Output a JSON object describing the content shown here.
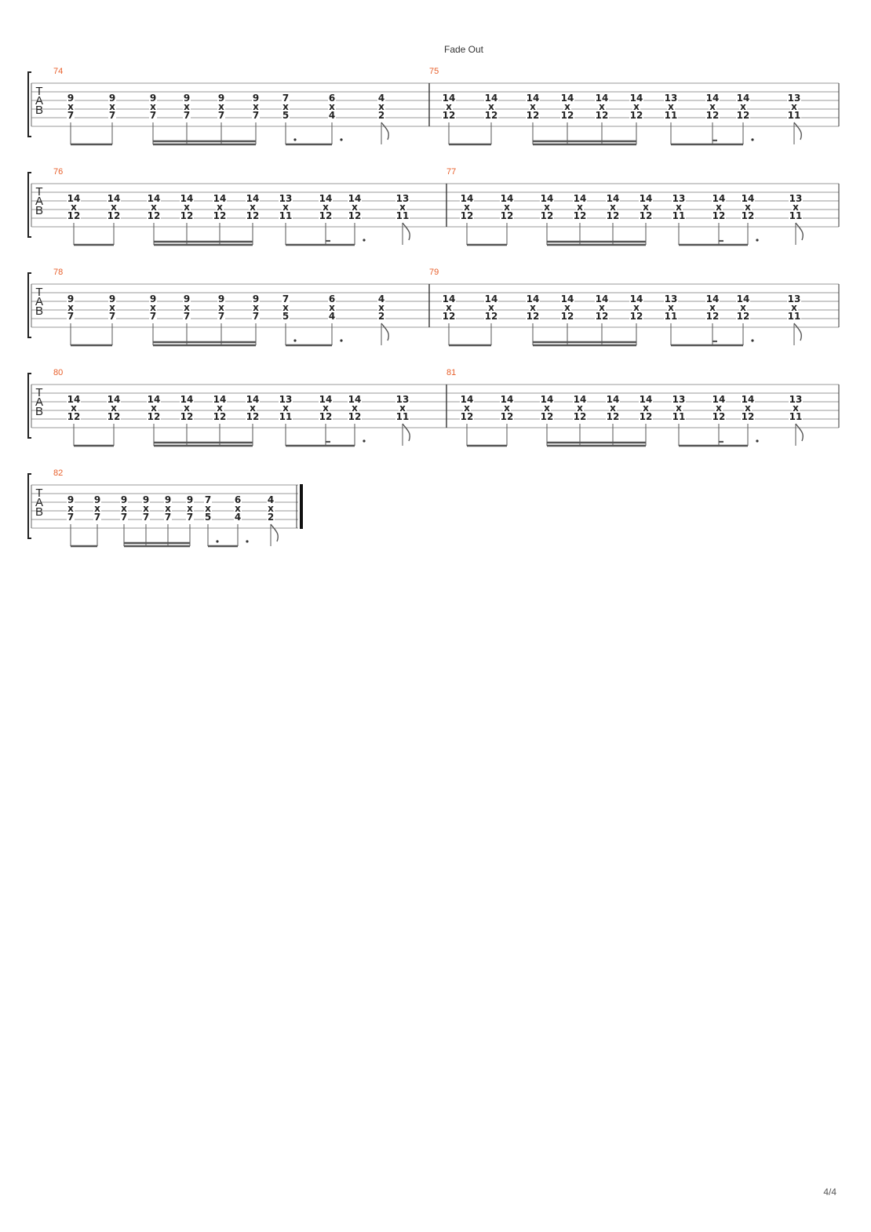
{
  "page": {
    "title": "Fade Out",
    "page_number": "4/4"
  },
  "clef_letters": [
    "T",
    "A",
    "B"
  ],
  "phrases": {
    "A": {
      "labels": [
        [
          "9",
          "x",
          "7"
        ],
        [
          "9",
          "x",
          "7"
        ],
        [
          "9",
          "x",
          "7"
        ],
        [
          "9",
          "x",
          "7"
        ],
        [
          "9",
          "x",
          "7"
        ],
        [
          "9",
          "x",
          "7"
        ],
        [
          "7",
          "x",
          "5"
        ],
        [
          "6",
          "x",
          "4"
        ],
        [
          "4",
          "x",
          "2"
        ]
      ],
      "rhythm": "A"
    },
    "B": {
      "labels": [
        [
          "14",
          "x",
          "12"
        ],
        [
          "14",
          "x",
          "12"
        ],
        [
          "14",
          "x",
          "12"
        ],
        [
          "14",
          "x",
          "12"
        ],
        [
          "14",
          "x",
          "12"
        ],
        [
          "14",
          "x",
          "12"
        ],
        [
          "13",
          "x",
          "11"
        ],
        [
          "14",
          "x",
          "12"
        ],
        [
          "14",
          "x",
          "12"
        ],
        [
          "13",
          "x",
          "11"
        ]
      ],
      "rhythm": "B"
    }
  },
  "systems": [
    {
      "measures": [
        {
          "number": "74",
          "phrase": "A"
        },
        {
          "number": "75",
          "phrase": "B"
        }
      ]
    },
    {
      "measures": [
        {
          "number": "76",
          "phrase": "B"
        },
        {
          "number": "77",
          "phrase": "B"
        }
      ]
    },
    {
      "measures": [
        {
          "number": "78",
          "phrase": "A"
        },
        {
          "number": "79",
          "phrase": "B"
        }
      ]
    },
    {
      "measures": [
        {
          "number": "80",
          "phrase": "B"
        },
        {
          "number": "81",
          "phrase": "B"
        }
      ]
    },
    {
      "measures": [
        {
          "number": "82",
          "phrase": "A"
        }
      ],
      "final_barline": true
    }
  ]
}
